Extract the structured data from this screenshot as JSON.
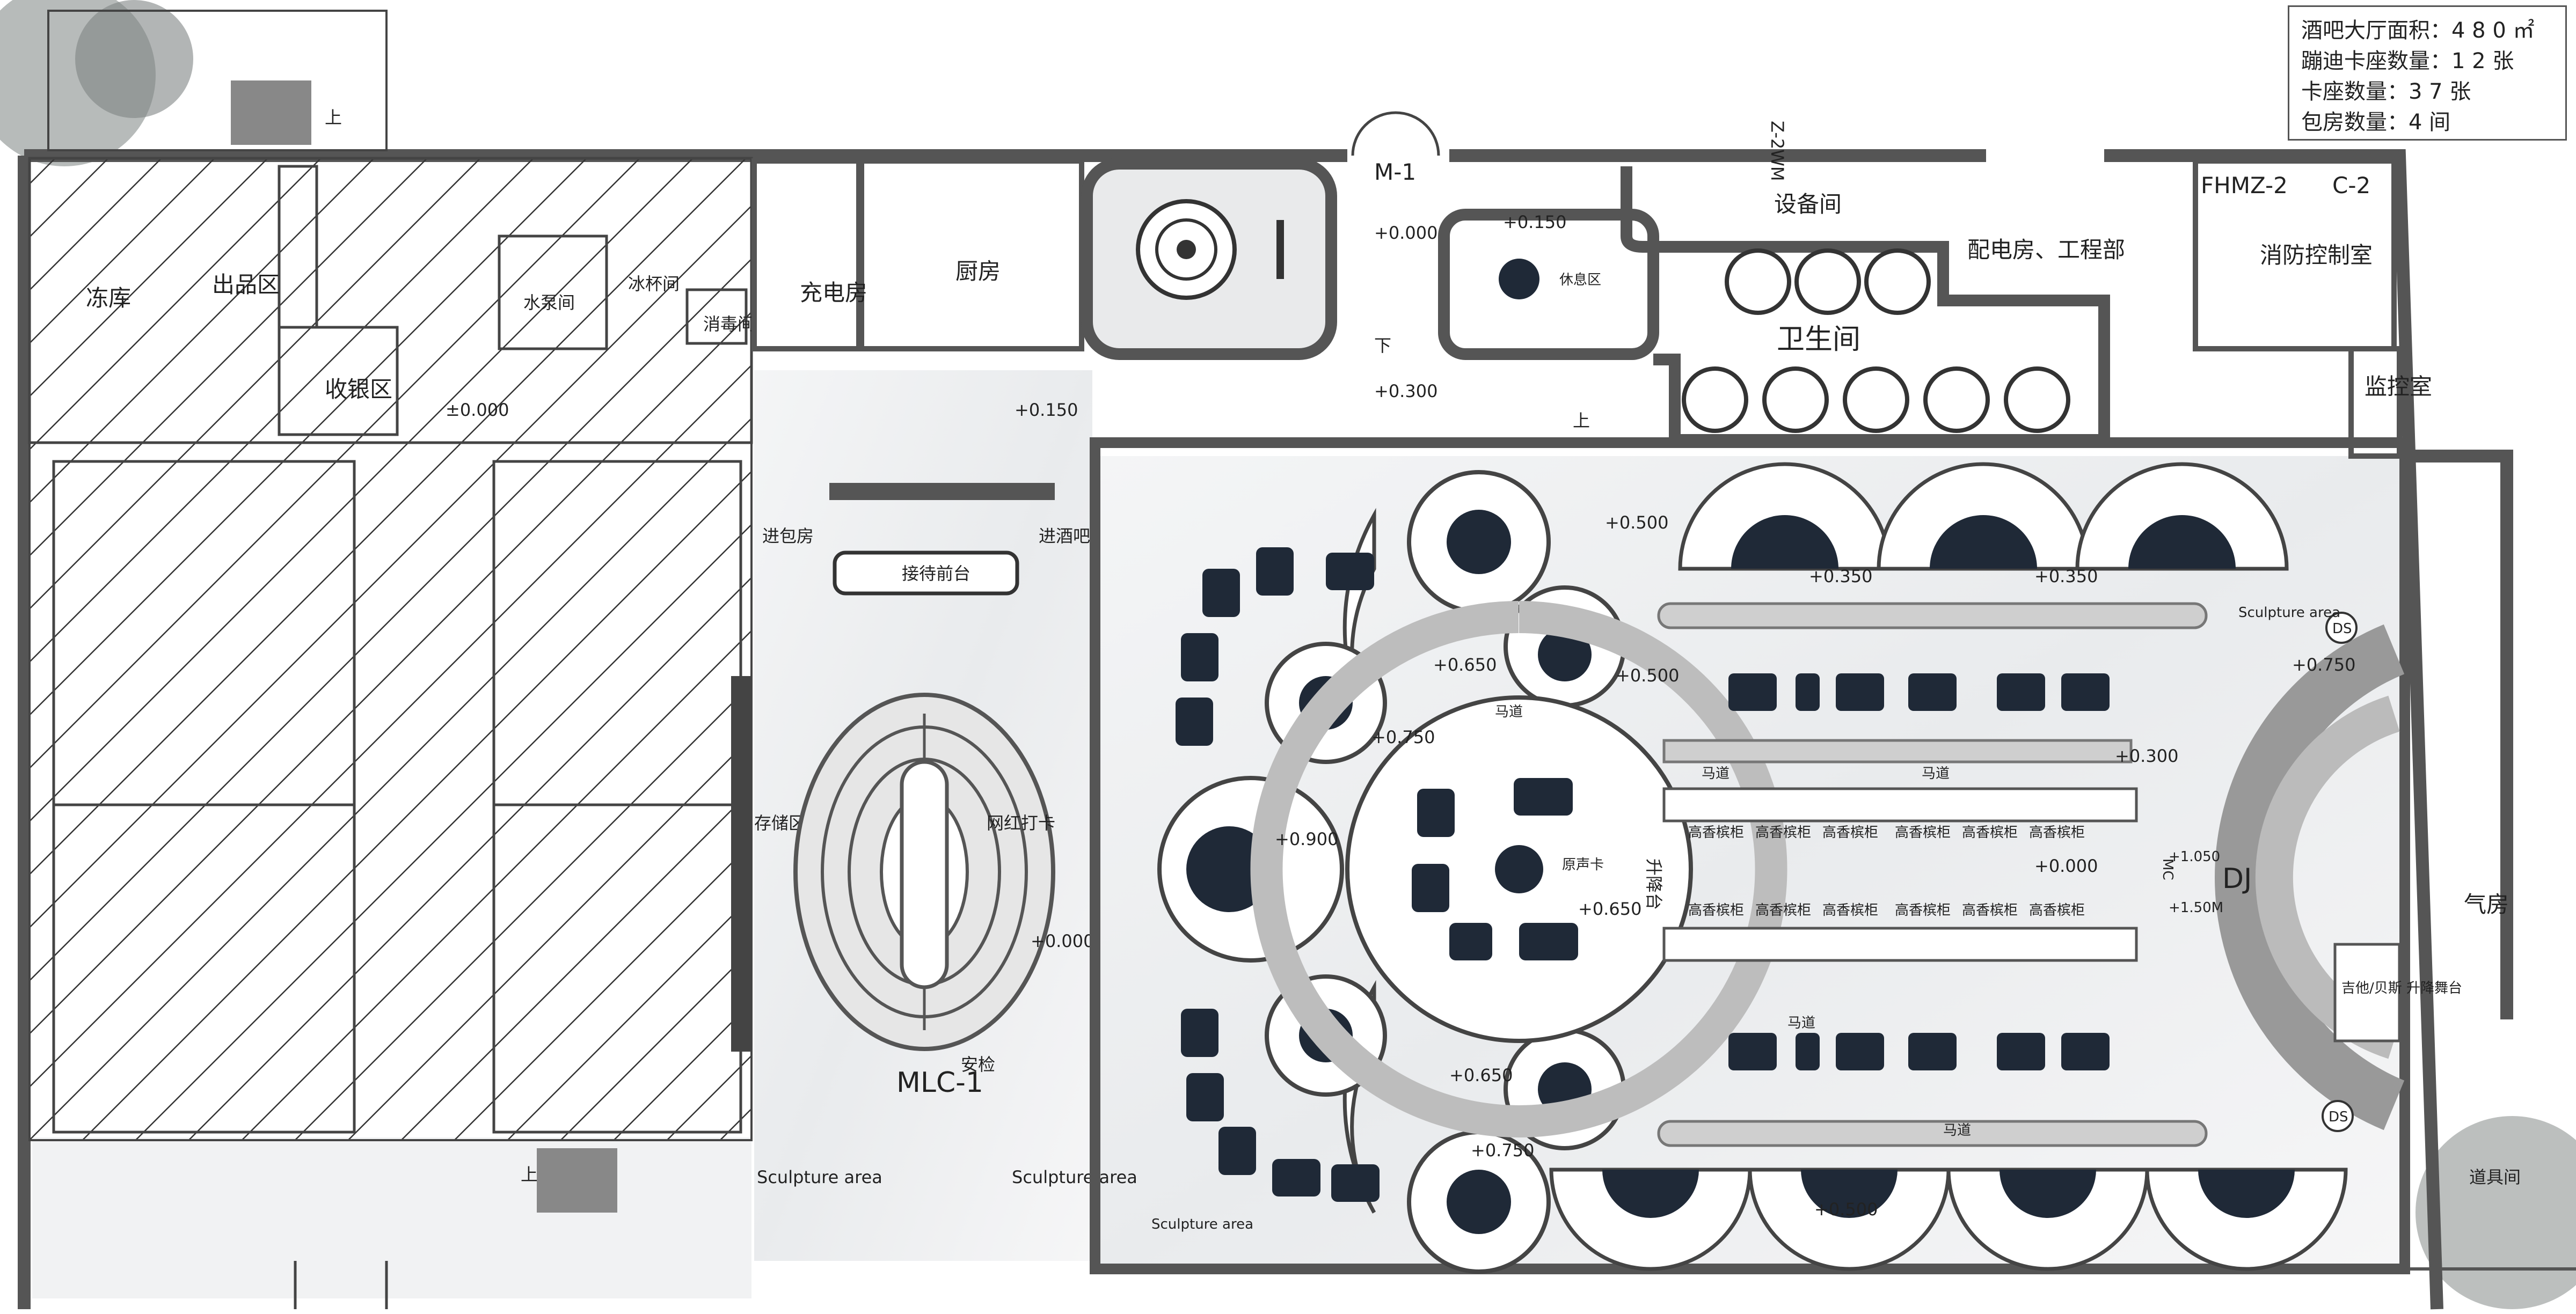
{
  "stats": {
    "hall_area": "酒吧大厅面积：4 8 0 ㎡",
    "disco_booths": "蹦迪卡座数量：1 2 张",
    "booths": "卡座数量：3 7 张",
    "private_rooms": "包房数量：4 间"
  },
  "rooms": {
    "freezer": "冻库",
    "dispatch": "出品区",
    "receiving": "收银区",
    "water_pump": "水泵间",
    "cold_drink": "冰杯间",
    "sterilize": "消毒间",
    "charging": "充电房",
    "kitchen": "厨房",
    "equipment": "设备间",
    "power_eng": "配电房、工程部",
    "restroom": "卫生间",
    "fire_control": "消防控制室",
    "monitor": "监控室",
    "storage": "存储区",
    "air_room": "气房",
    "tool_room": "道具间",
    "rest_area": "休息区",
    "to_private": "进包房",
    "to_bar": "进酒吧",
    "reception": "接待前台",
    "influencer": "网红打卡",
    "security": "安检",
    "dj": "DJ",
    "stage": "吉他/贝斯\n升降舞台",
    "lift_stage": "升降台",
    "catwalk": "马道",
    "sculpture": "Sculpture area",
    "ds": "DS",
    "karaoke": "原声卡",
    "mc": "MC"
  },
  "levels": {
    "base": "±0.000",
    "p150": "+0.150",
    "p300": "+0.300",
    "p350": "+0.350",
    "p500": "+0.500",
    "p650": "+0.650",
    "p750": "+0.750",
    "p900": "+0.900",
    "p000": "+0.000",
    "h1050": "+1.050",
    "h1500": "+1.50M"
  },
  "door_codes": {
    "m1": "M-1",
    "fhmz2": "FHMZ-2",
    "c2": "C-2",
    "mlc1": "MLC-1",
    "zm2": "Z-2WM"
  },
  "up_sign": "上",
  "down_sign": "下",
  "tables": {
    "highball": "高香槟柜"
  }
}
